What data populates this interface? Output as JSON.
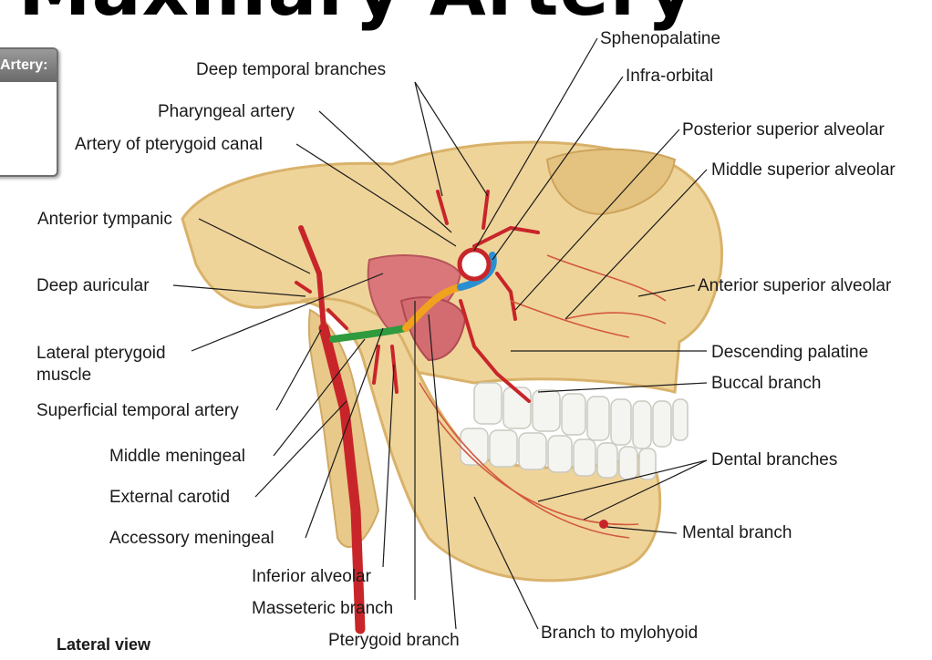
{
  "title": "Maxillary Artery",
  "side_panel": {
    "heading": "Artery:"
  },
  "view_label": "Lateral view",
  "labels": {
    "sphenopalatine": "Sphenopalatine",
    "deep_temporal": "Deep temporal branches",
    "infra_orbital": "Infra-orbital",
    "pharyngeal": "Pharyngeal artery",
    "posterior_superior_alveolar": "Posterior superior alveolar",
    "pterygoid_canal": "Artery of pterygoid canal",
    "middle_superior_alveolar": "Middle superior alveolar",
    "anterior_tympanic": "Anterior tympanic",
    "deep_auricular": "Deep auricular",
    "anterior_superior_alveolar": "Anterior superior alveolar",
    "lateral_pterygoid_line1": "Lateral pterygoid",
    "lateral_pterygoid_line2": "muscle",
    "descending_palatine": "Descending palatine",
    "buccal": "Buccal branch",
    "superficial_temporal": "Superficial temporal artery",
    "middle_meningeal": "Middle meningeal",
    "dental": "Dental branches",
    "external_carotid": "External carotid",
    "accessory_meningeal": "Accessory meningeal",
    "mental": "Mental branch",
    "inferior_alveolar": "Inferior alveolar",
    "masseteric": "Masseteric branch",
    "mylohyoid": "Branch to mylohyoid",
    "pterygoid_branch": "Pterygoid branch"
  },
  "colors": {
    "bone": "#efd49a",
    "bone_shadow": "#d9b26a",
    "artery": "#c8252a",
    "muscle": "#d9777a",
    "tooth": "#f4f4f0",
    "segment_green": "#2f9a3e",
    "segment_orange": "#f0a21e",
    "segment_blue": "#2a8fd0"
  }
}
